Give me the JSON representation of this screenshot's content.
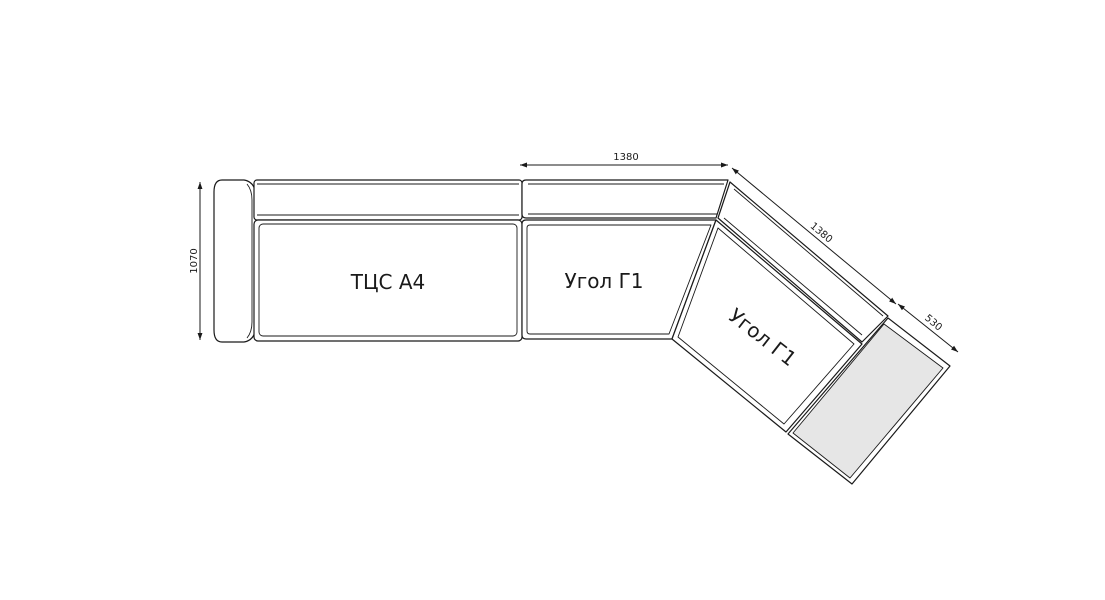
{
  "modules": {
    "straight_label": "ТЦС А4",
    "corner1_label": "Угол Г1",
    "corner2_label": "Угол Г1"
  },
  "dimensions": {
    "height": "1070",
    "top_width": "1380",
    "diagonal_width": "1380",
    "end_width": "530"
  },
  "colors": {
    "outline": "#1a1a1a",
    "background": "#ffffff",
    "end_fill": "#e6e6e6"
  }
}
